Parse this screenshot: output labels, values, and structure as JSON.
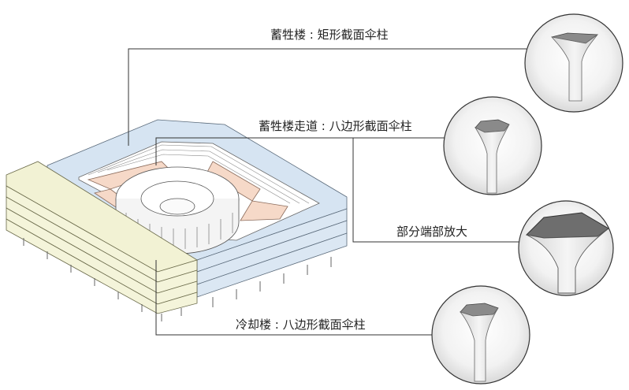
{
  "labels": {
    "rect_building": "蓄牲楼 : 矩形截面伞柱",
    "corridor": "蓄牲楼走道 : 八边形截面伞柱",
    "detail": "部分端部放大",
    "cooling_building": "冷却楼 : 八边形截面伞柱"
  },
  "colors": {
    "blue_wing": "#d6e4f2",
    "yellow_wing": "#f2f2d4",
    "orange_corridor": "#f6d9c8",
    "line": "#333333",
    "column_stroke": "#555555"
  }
}
